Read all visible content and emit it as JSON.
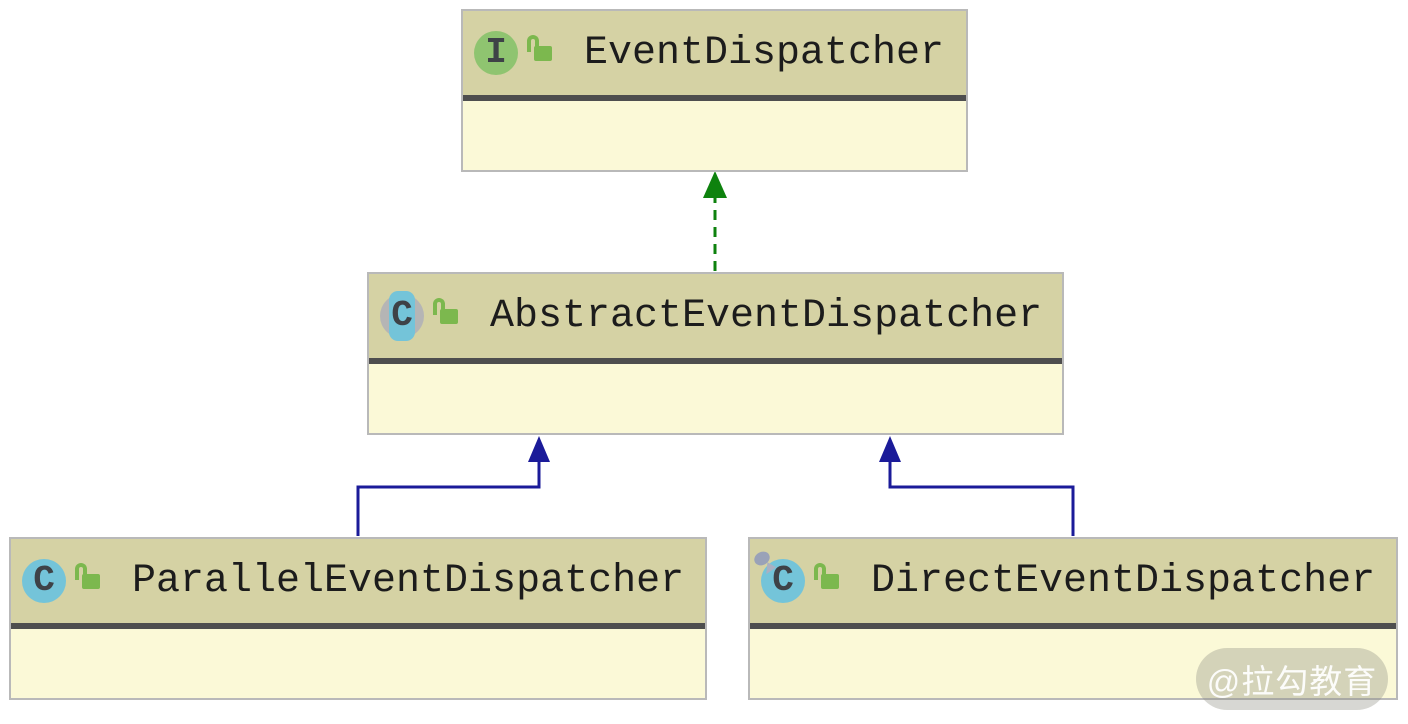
{
  "diagram": {
    "classes": [
      {
        "name": "EventDispatcher",
        "kind": "interface",
        "icon": "interface-icon",
        "icon_letter": "I",
        "modifier_icon": "unlocked-icon"
      },
      {
        "name": "AbstractEventDispatcher",
        "kind": "abstract-class",
        "icon": "abstract-class-icon",
        "icon_letter": "C",
        "modifier_icon": "unlocked-icon"
      },
      {
        "name": "ParallelEventDispatcher",
        "kind": "class",
        "icon": "class-icon",
        "icon_letter": "C",
        "modifier_icon": "unlocked-icon"
      },
      {
        "name": "DirectEventDispatcher",
        "kind": "class",
        "icon": "class-icon",
        "icon_letter": "C",
        "modifier_icon": "unlocked-icon",
        "pin_icon": "pin-icon"
      }
    ],
    "relations": [
      {
        "from": "AbstractEventDispatcher",
        "to": "EventDispatcher",
        "type": "implements",
        "line_style": "dashed",
        "color": "#0e820e"
      },
      {
        "from": "ParallelEventDispatcher",
        "to": "AbstractEventDispatcher",
        "type": "extends",
        "line_style": "solid",
        "color": "#1b1b99"
      },
      {
        "from": "DirectEventDispatcher",
        "to": "AbstractEventDispatcher",
        "type": "extends",
        "line_style": "solid",
        "color": "#1b1b99"
      }
    ],
    "watermark": "@拉勾教育",
    "colors": {
      "node_header_bg": "#d5d2a4",
      "node_body_bg": "#fbf9d7",
      "node_border": "#b9b9b9",
      "separator": "#4e4e4e",
      "interface_icon_green": "#8fc470",
      "class_icon_blue": "#74c4d9",
      "abstract_ring_gray": "#b5b5b5",
      "lock_icon_green": "#7cb84e",
      "icon_letter": "#3e4247",
      "title_text": "#1c1c1c",
      "implements_arrow": "#0e820e",
      "extends_arrow": "#1b1b99"
    }
  }
}
